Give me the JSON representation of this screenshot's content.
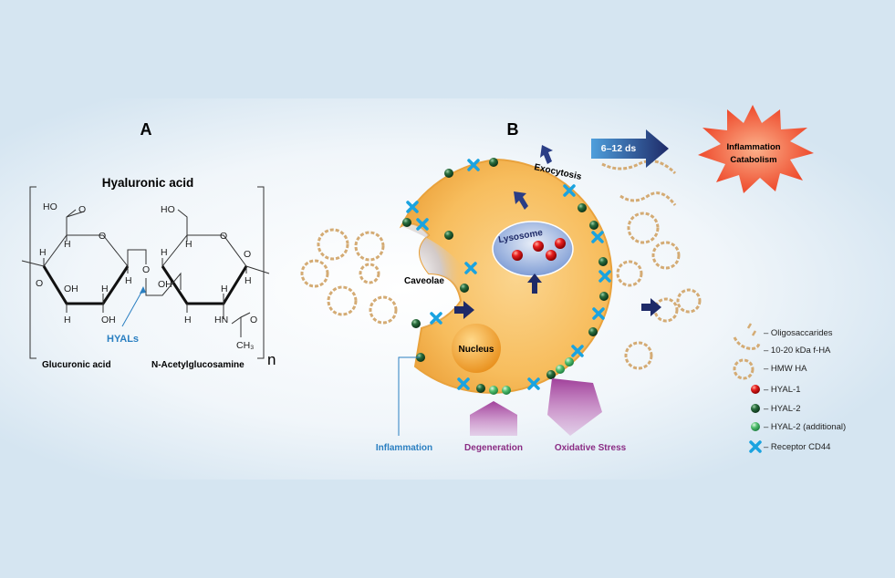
{
  "panel_a": {
    "label": "A",
    "title": "Hyaluronic acid",
    "atoms": {
      "ho1": "HO",
      "o_dbl": "O",
      "o_ring1": "O",
      "h": "H",
      "oh": "OH",
      "o_link": "O",
      "ho2": "HO",
      "o_ring2": "O",
      "hn": "HN",
      "o_amide": "O",
      "ch3": "CH₃",
      "o_left": "O",
      "o_right": "O"
    },
    "enzyme": "HYALs",
    "left_unit": "Glucuronic acid",
    "right_unit": "N-Acetylglucosamine",
    "repeat": "n"
  },
  "panel_b": {
    "label": "B",
    "exocytosis": "Exocytosis",
    "lysosome": "Lysosome",
    "caveolae": "Caveolae",
    "nucleus": "Nucleus",
    "time_arrow": "6–12 ds",
    "burst": [
      "Inflammation",
      "Catabolism"
    ],
    "triggers": [
      {
        "label": "Inflammation",
        "color": "#2a7fc1"
      },
      {
        "label": "Degeneration",
        "color": "#8a2c84"
      },
      {
        "label": "Oxidative Stress",
        "color": "#8a2c84"
      }
    ]
  },
  "legend": [
    {
      "label": "– Oligosaccarides",
      "icon": "oligosaccharide-icon"
    },
    {
      "label": "– 10-20 kDa f-HA",
      "icon": "fha-icon"
    },
    {
      "label": "– HMW HA",
      "icon": "hmw-ha-icon"
    },
    {
      "label": "– HYAL-1",
      "icon": "red-sphere-icon",
      "color": "#e02020"
    },
    {
      "label": "– HYAL-2",
      "icon": "dark-green-sphere-icon",
      "color": "#1f5e34"
    },
    {
      "label": "– HYAL-2 (additional)",
      "icon": "light-green-sphere-icon",
      "color": "#4cbc6a"
    },
    {
      "label": "– Receptor CD44",
      "icon": "cross-icon",
      "color": "#1aa3e0"
    }
  ]
}
